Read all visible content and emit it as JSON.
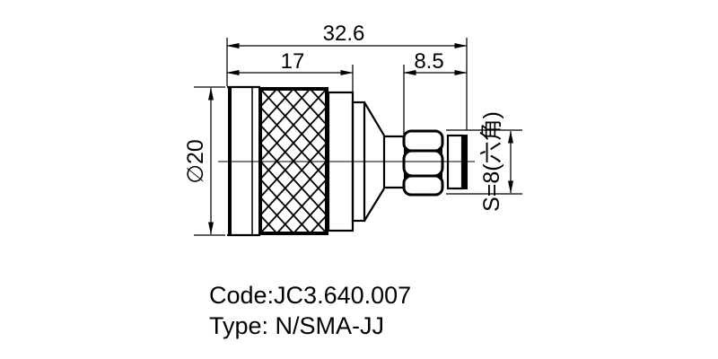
{
  "page": {
    "background_color": "#ffffff",
    "line_color": "#000000"
  },
  "dimensions": {
    "overall_length": "32.6",
    "coupling_nut_length": "17",
    "sma_end_length": "8.5",
    "body_diameter": "∅20",
    "hex_across_flats": "S=8(六角)"
  },
  "footer": {
    "code": "Code:JC3.640.007",
    "type": "Type: N/SMA-JJ"
  }
}
